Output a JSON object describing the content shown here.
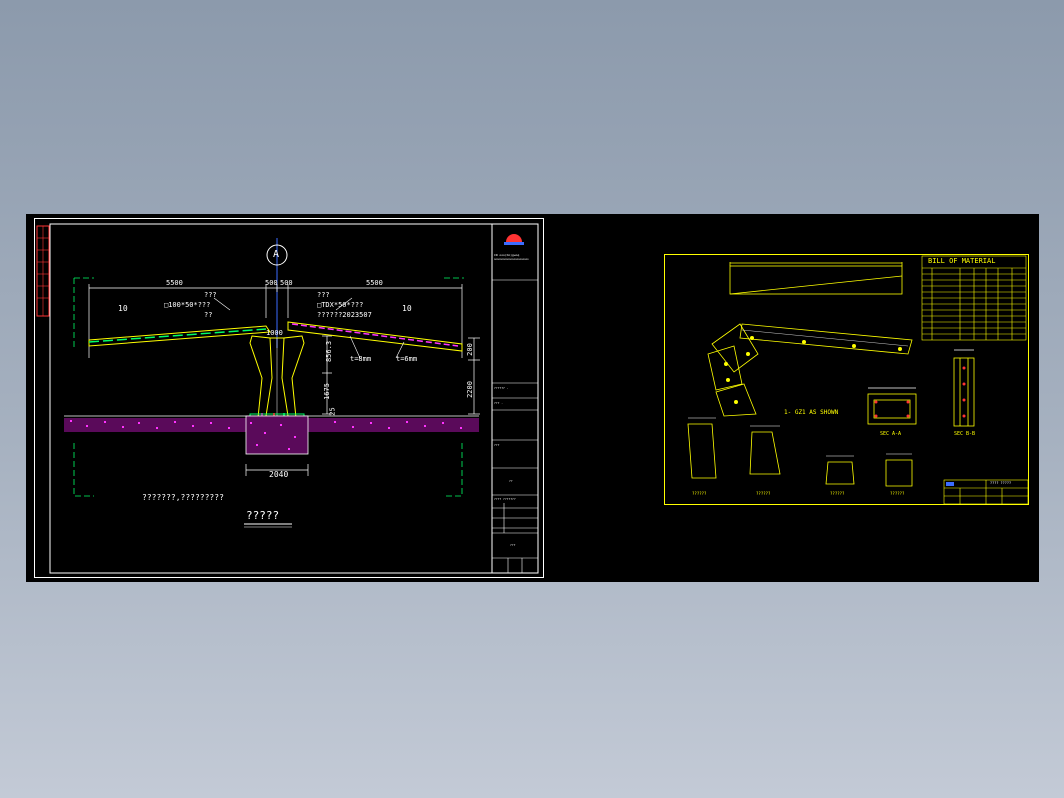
{
  "colors": {
    "background": "#000000",
    "frame": "#ffffff",
    "dimension": "#ffffff",
    "structure": "#ffff00",
    "grid_axis": "#3b6cff",
    "leader": "#00ff66",
    "ground_fill": "#ff33ff",
    "title_accent": "#ff3333",
    "sheet2_lines": "#ffff00"
  },
  "sheet1": {
    "grid_bubble": "A",
    "dims": {
      "left_span": "5500",
      "right_span": "5500",
      "center_left": "500",
      "center_right": "500",
      "column_height": "1000",
      "upper": "856.3",
      "lower": "1675",
      "base": "25",
      "right_height": "200",
      "right_total": "2200",
      "footing_width": "2040"
    },
    "labels": {
      "slope_left": "10",
      "slope_right": "10",
      "left_unknown": "???",
      "left_member": "□100*50*???",
      "left_member_note": "??",
      "right_unknown": "???",
      "right_member": "□TDX*50*???",
      "right_member_note": "??????2023507",
      "weld1": "t=8mm",
      "weld2": "t=6mm",
      "bottom_note": "???????,?????????",
      "drawing_title": "?????"
    },
    "title_block": {
      "company_line1": "CN ooo(Oo)gwoq",
      "company_line2": "ooooooooooooooooooooooo",
      "row_a": "?????? - ",
      "row_b": "??? -",
      "row_c": "???",
      "row_d": "??",
      "row_e": "???? ???????",
      "drawing_code": "???"
    }
  },
  "sheet2": {
    "bom_title": "BILL OF MATERIAL",
    "section_label": "1- GZ1 AS SHOWN",
    "view_a": "SEC A-A",
    "view_b": "SEC B-B",
    "detail_labels": [
      "??????",
      "??????",
      "??????",
      "??????"
    ],
    "title_block_text": "???? ?????"
  }
}
